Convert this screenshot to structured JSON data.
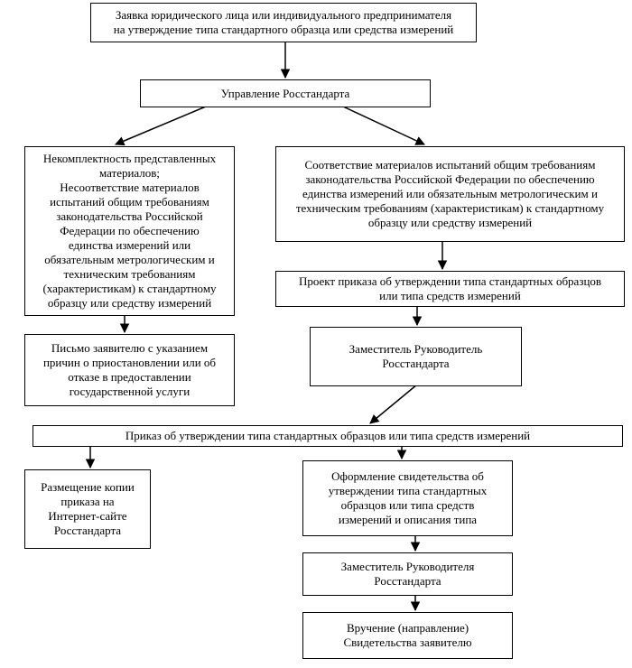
{
  "boxes": {
    "application": "Заявка юридического лица или индивидуального предпринимателя\nна утверждение типа стандартного образца или средства измерений",
    "department": "Управление Росстандарта",
    "incomplete": "Некомплектность представленных\nматериалов;\nНесоответствие материалов\nиспытаний общим требованиям\nзаконодательства Российской\nФедерации по обеспечению\nединства измерений или\nобязательным метрологическим и\nтехническим требованиям\n(характеристикам) к стандартному\nобразцу или средству измерений",
    "compliance": "Соответствие материалов испытаний общим требованиям\nзаконодательства Российской Федерации по обеспечению\nединства измерений или обязательным метрологическим и\nтехническим требованиям (характеристикам) к стандартному\nобразцу или средству измерений",
    "draft_order": "Проект приказа об утверждении типа стандартных образцов\nили типа средств измерений",
    "deputy_head_1": "Заместитель Руководитель\nРосстандарта",
    "letter": "Письмо заявителю с указанием\nпричин о приостановлении  или об\nотказе в предоставлении\nгосударственной услуги",
    "order": "Приказ об утверждении типа стандартных образцов или типа средств измерений",
    "publication": "Размещение копии\nприказа на\nИнтернет-сайте\nРосстандарта",
    "certificate": "Оформление свидетельства об\nутверждении типа стандартных\nобразцов или типа средств\nизмерений  и описания типа",
    "deputy_head_2": "Заместитель Руководителя\nРосстандарта",
    "delivery": "Вручение (направление)\nСвидетельства заявителю"
  }
}
